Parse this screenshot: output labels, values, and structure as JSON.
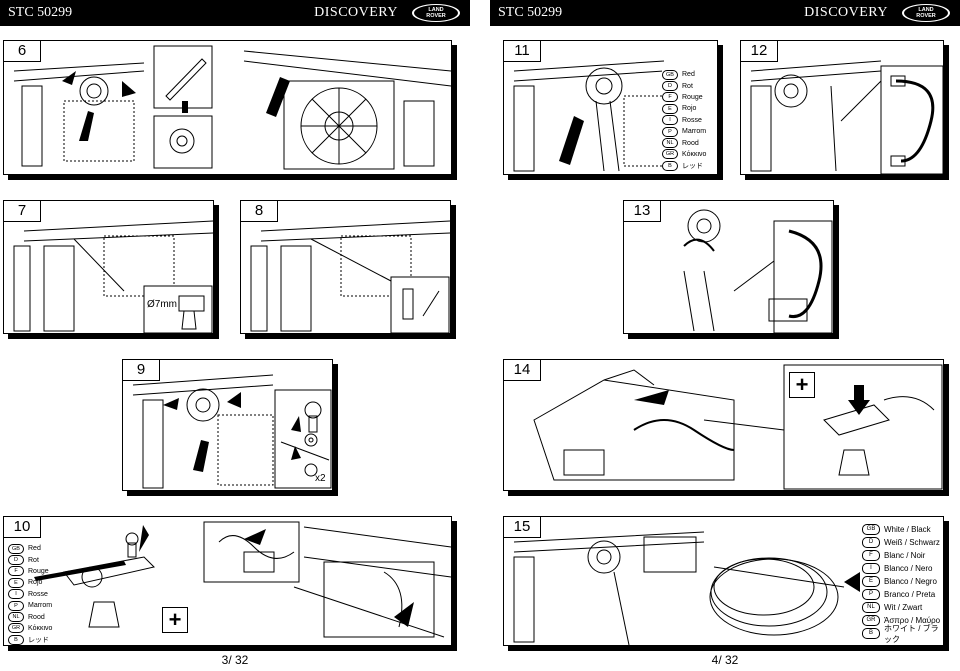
{
  "left_page": {
    "doc_code": "STC 50299",
    "model": "DISCOVERY",
    "logo_line1": "LAND",
    "logo_line2": "ROVER",
    "page_number": "3/ 32",
    "steps": [
      "6",
      "7",
      "8",
      "9",
      "10"
    ],
    "step7_drill_label": "Ø7mm",
    "step9_qty_label": "x2",
    "step10_languages": [
      {
        "code": "GB",
        "text": "Red"
      },
      {
        "code": "D",
        "text": "Rot"
      },
      {
        "code": "F",
        "text": "Rouge"
      },
      {
        "code": "E",
        "text": "Rojo"
      },
      {
        "code": "I",
        "text": "Rosse"
      },
      {
        "code": "P",
        "text": "Marrom"
      },
      {
        "code": "NL",
        "text": "Rood"
      },
      {
        "code": "GR",
        "text": "Κόκκινο"
      },
      {
        "code": "B",
        "text": "レッド"
      }
    ],
    "plus_symbol": "+"
  },
  "right_page": {
    "doc_code": "STC 50299",
    "model": "DISCOVERY",
    "logo_line1": "LAND",
    "logo_line2": "ROVER",
    "page_number": "4/ 32",
    "steps": [
      "11",
      "12",
      "13",
      "14",
      "15"
    ],
    "step11_languages": [
      {
        "code": "GB",
        "text": "Red"
      },
      {
        "code": "D",
        "text": "Rot"
      },
      {
        "code": "F",
        "text": "Rouge"
      },
      {
        "code": "E",
        "text": "Rojo"
      },
      {
        "code": "I",
        "text": "Rosse"
      },
      {
        "code": "P",
        "text": "Marrom"
      },
      {
        "code": "NL",
        "text": "Rood"
      },
      {
        "code": "GR",
        "text": "Κόκκινο"
      },
      {
        "code": "B",
        "text": "レッド"
      }
    ],
    "step15_languages": [
      {
        "code": "GB",
        "text": "White / Black"
      },
      {
        "code": "D",
        "text": "Weiß / Schwarz"
      },
      {
        "code": "F",
        "text": "Blanc / Noir"
      },
      {
        "code": "I",
        "text": "Blanco / Nero"
      },
      {
        "code": "E",
        "text": "Blanco / Negro"
      },
      {
        "code": "P",
        "text": "Branco / Preta"
      },
      {
        "code": "NL",
        "text": "Wit / Zwart"
      },
      {
        "code": "GR",
        "text": "Άσπρο / Μαύρο"
      },
      {
        "code": "B",
        "text": "ホワイト / ブラック"
      }
    ],
    "plus_symbol": "+"
  }
}
